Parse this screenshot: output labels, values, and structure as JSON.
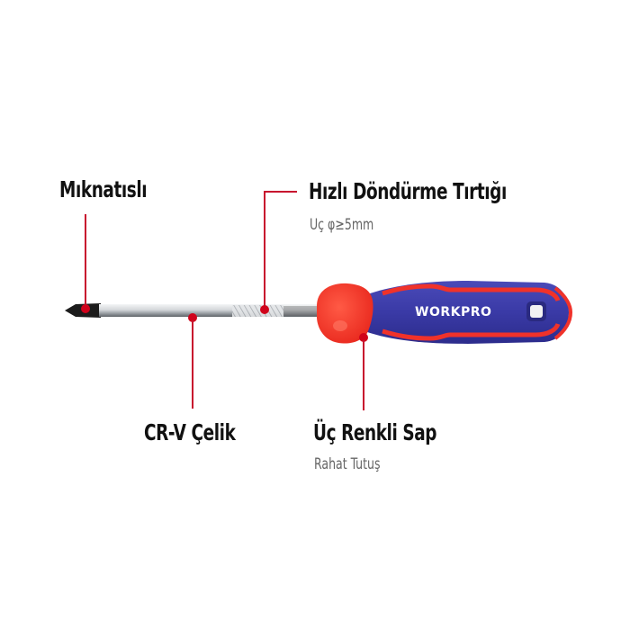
{
  "product": {
    "brand": "WORKPRO",
    "colors": {
      "handle_blue": "#3d3da8",
      "handle_red": "#f0322a",
      "callout_red": "#c8102e",
      "shaft_silver": "#cfd2d6",
      "tip_black": "#1a1a1a"
    }
  },
  "callouts": [
    {
      "id": "magnetic",
      "title": "Mıknatıslı",
      "subtitle": null
    },
    {
      "id": "knurl",
      "title": "Hızlı Döndürme Tırtığı",
      "subtitle": "Uç φ≥5mm"
    },
    {
      "id": "steel",
      "title": "CR-V Çelik",
      "subtitle": null
    },
    {
      "id": "handle",
      "title": "Üç Renkli Sap",
      "subtitle": "Rahat Tutuş"
    }
  ]
}
